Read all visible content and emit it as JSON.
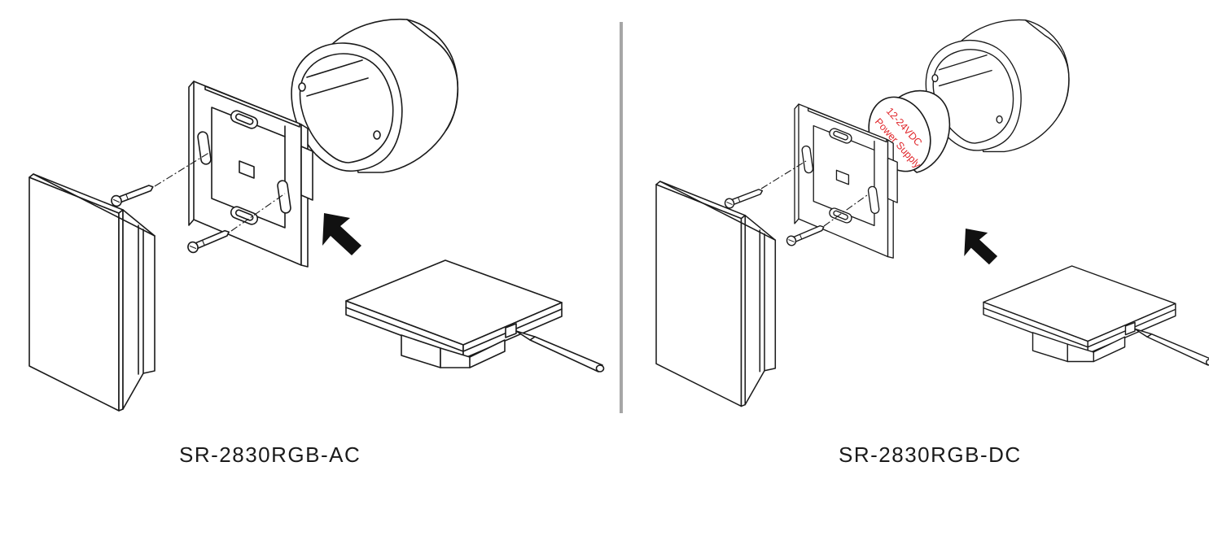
{
  "captions": {
    "left": "SR-2830RGB-AC",
    "right": "SR-2830RGB-DC"
  },
  "power_supply": {
    "line1": "12-24VDC",
    "line2": "Power Supply",
    "text_color": "#e0262b"
  },
  "colors": {
    "line": "#1a1a1a",
    "divider": "#a6a6a6"
  }
}
